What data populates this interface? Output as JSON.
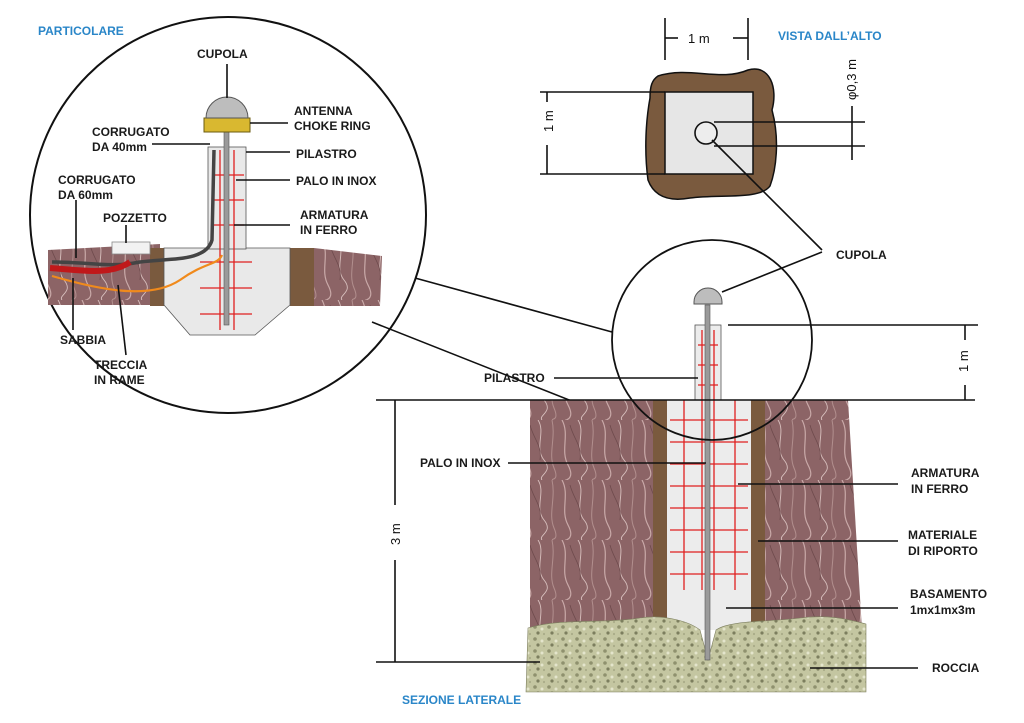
{
  "titles": {
    "particolare": "PARTICOLARE",
    "vista_alto": "VISTA DALL’ALTO",
    "sezione_laterale": "SEZIONE LATERALE"
  },
  "detail_labels": {
    "cupola": "CUPOLA",
    "antenna_line1": "ANTENNA",
    "antenna_line2": "CHOKE RING",
    "corrugato40_line1": "CORRUGATO",
    "corrugato40_line2": "DA 40mm",
    "pilastro": "PILASTRO",
    "corrugato60_line1": "CORRUGATO",
    "corrugato60_line2": "DA 60mm",
    "palo_inox": "PALO IN INOX",
    "pozzetto": "POZZETTO",
    "armatura_line1": "ARMATURA",
    "armatura_line2": "IN FERRO",
    "sabbia": "SABBIA",
    "treccia_line1": "TRECCIA",
    "treccia_line2": "IN RAME"
  },
  "top_view": {
    "dim_width": "1 m",
    "dim_height": "1 m",
    "dim_diameter": "φ0,3 m"
  },
  "section_labels": {
    "cupola": "CUPOLA",
    "pilastro": "PILASTRO",
    "dim_pillar": "1 m",
    "palo_inox": "PALO IN INOX",
    "armatura_line1": "ARMATURA",
    "armatura_line2": "IN FERRO",
    "dim_depth": "3 m",
    "materiale_line1": "MATERIALE",
    "materiale_line2": "DI RIPORTO",
    "basamento_line1": "BASAMENTO",
    "basamento_line2": "1mx1mx3m",
    "roccia": "ROCCIA"
  },
  "colors": {
    "title_blue": "#2a86c8",
    "rebar_red": "#e02020",
    "soil_brown": "#7a5a3e",
    "rock_marble": "#8c6466",
    "gravel": "#bdbf9a",
    "concrete": "#e9e9e9",
    "cable_orange": "#f08a1c"
  }
}
